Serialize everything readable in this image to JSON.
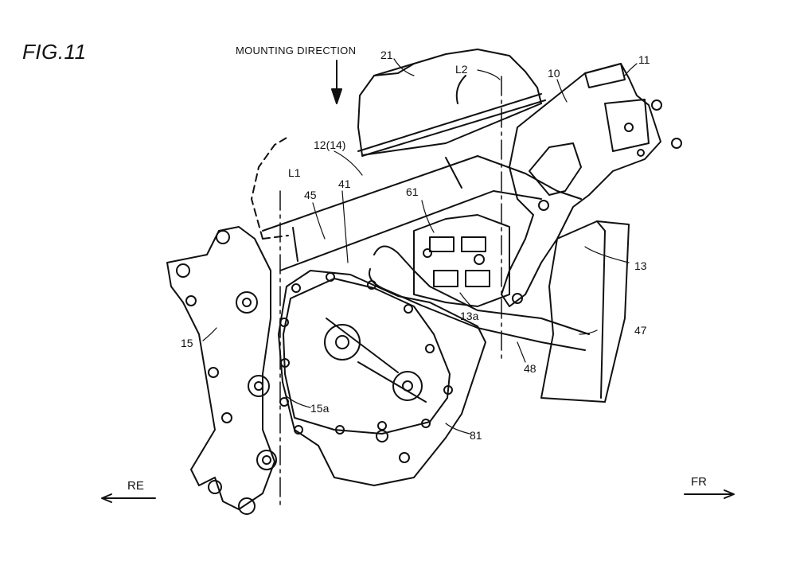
{
  "figure": {
    "title": "FIG.11",
    "mounting_direction": "MOUNTING DIRECTION",
    "direction_rear": "RE",
    "direction_front": "FR"
  },
  "reference_numerals": {
    "n21": "21",
    "L2": "L2",
    "n10": "10",
    "n11": "11",
    "n12_14": "12(14)",
    "L1": "L1",
    "n45": "45",
    "n41": "41",
    "n61": "61",
    "n13": "13",
    "n13a": "13a",
    "n47": "47",
    "n48": "48",
    "n15": "15",
    "n15a": "15a",
    "n81": "81"
  }
}
